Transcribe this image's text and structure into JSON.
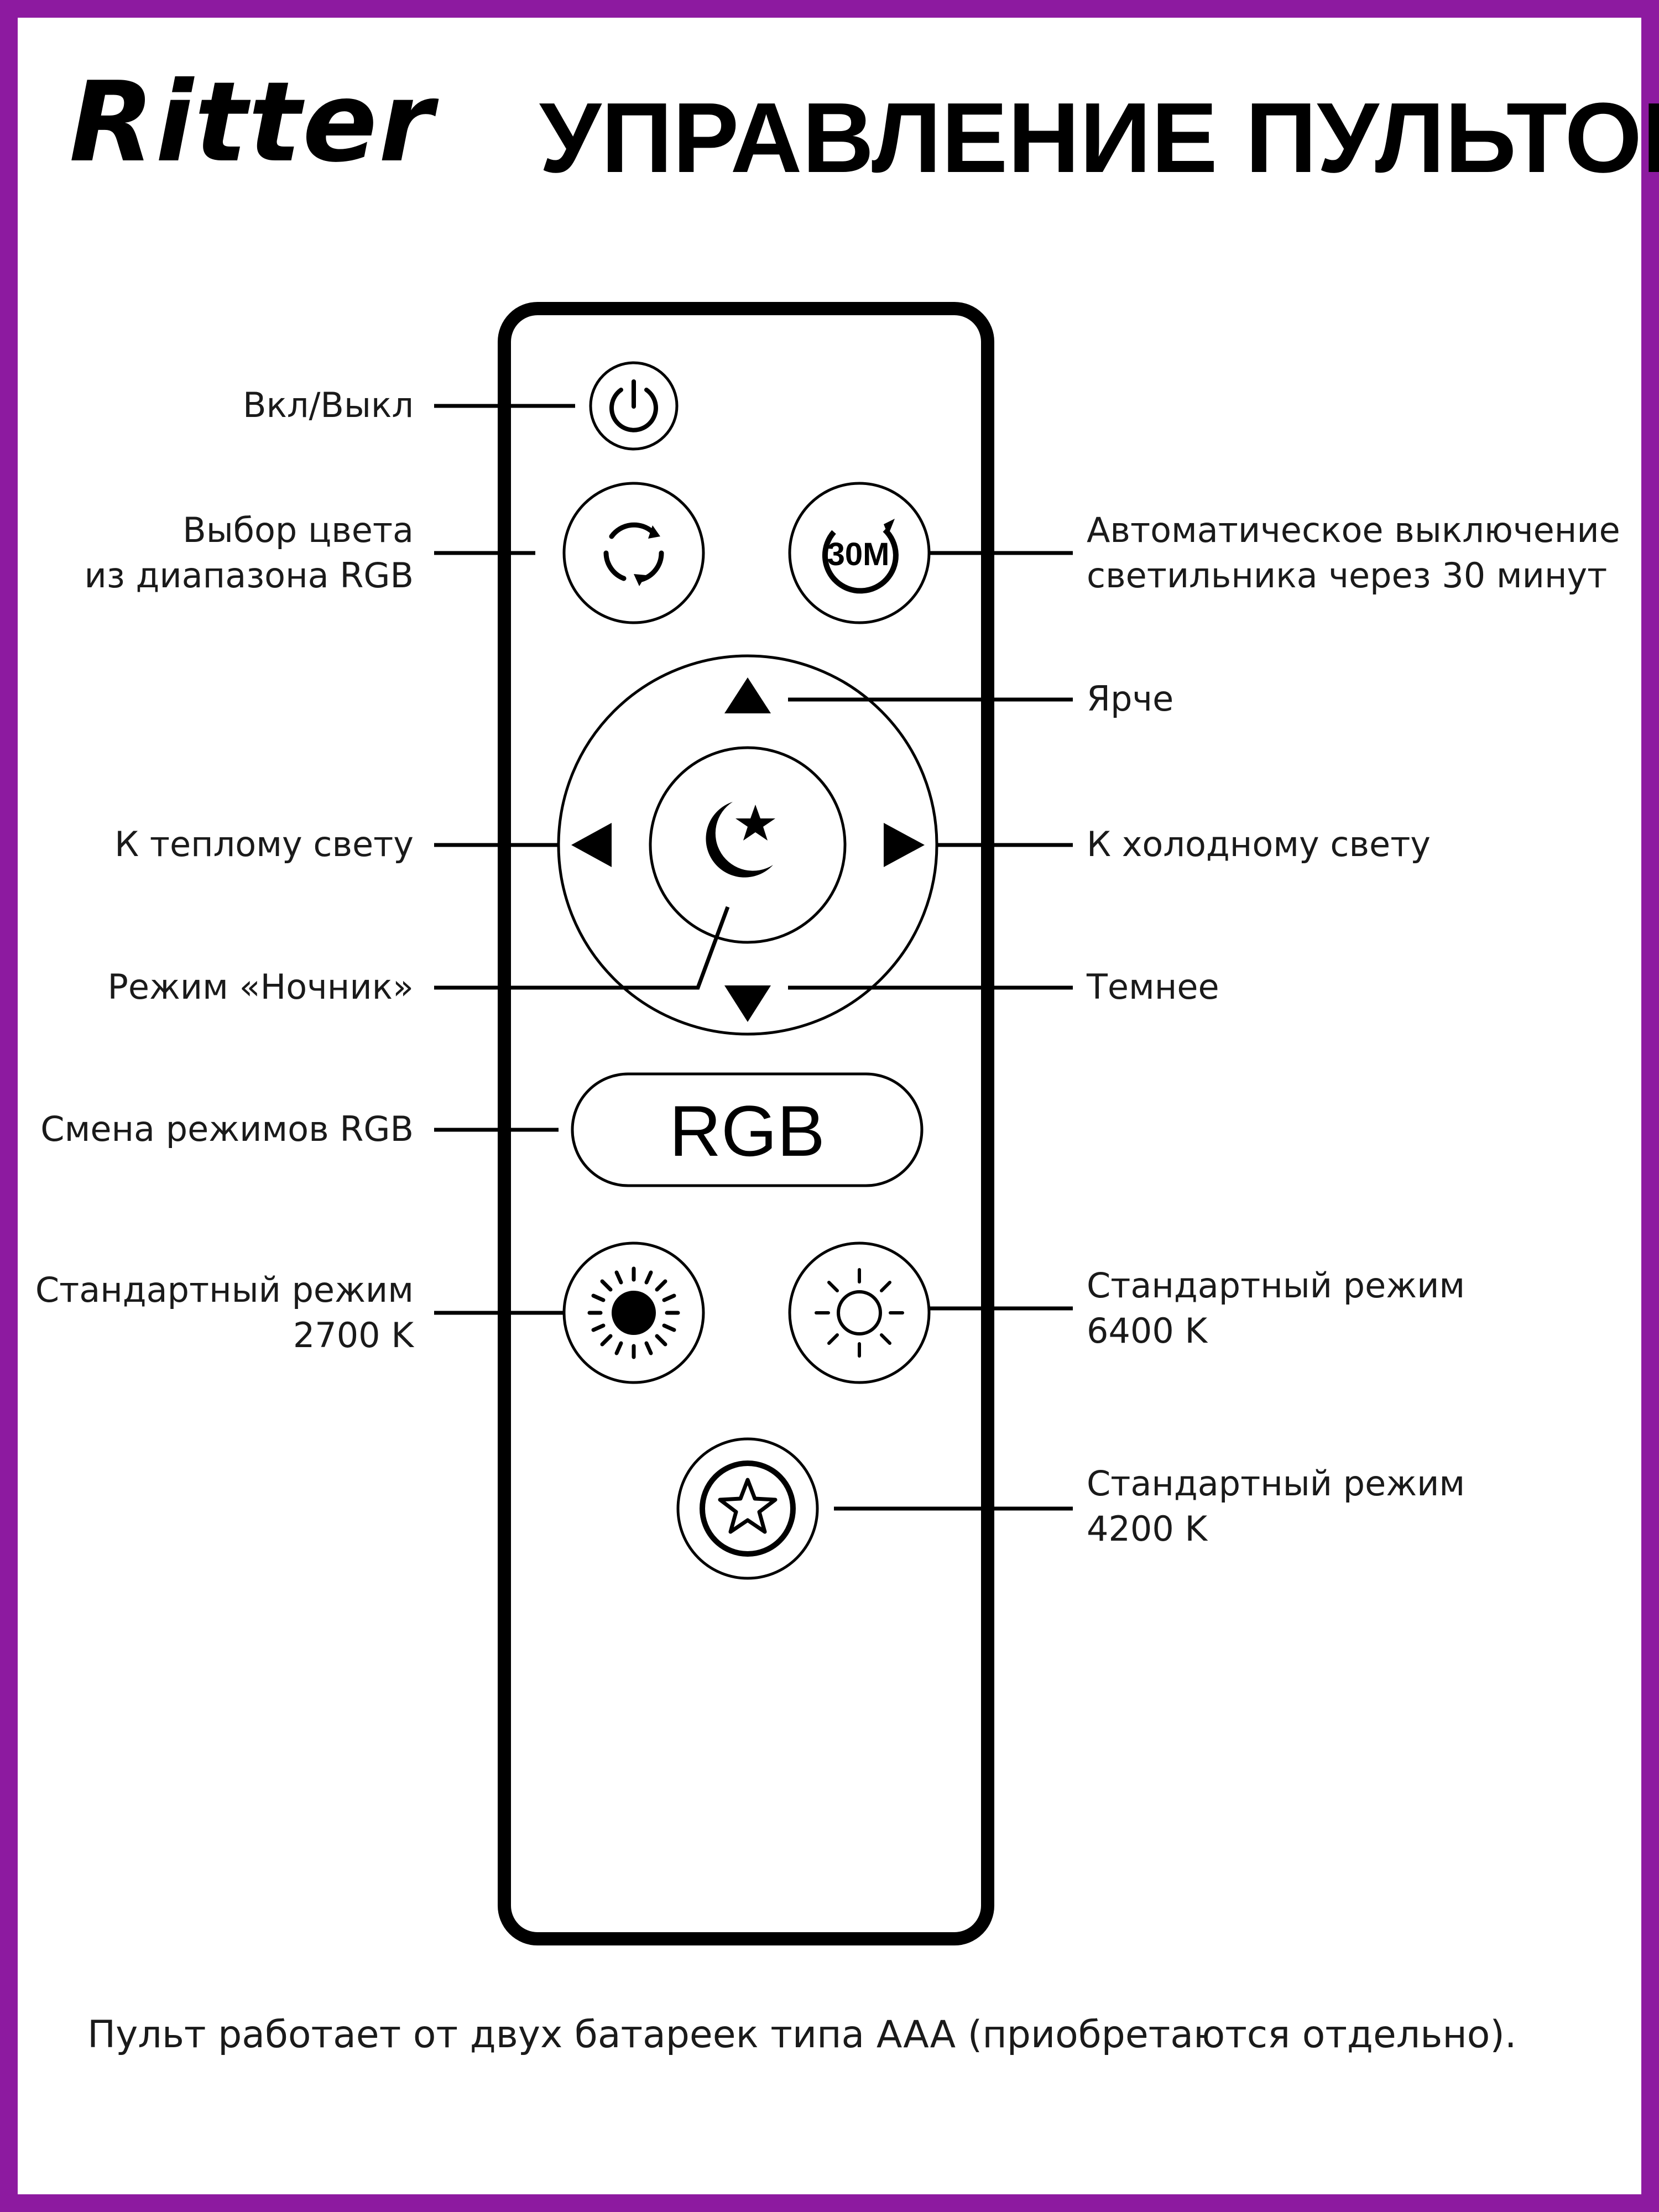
{
  "brand": {
    "logo_text": "Ritter"
  },
  "header": {
    "title": "УПРАВЛЕНИЕ ПУЛЬТОМ"
  },
  "remote": {
    "buttons": {
      "power_label": "Вкл/Выкл",
      "color_select_label_line1": "Выбор цвета",
      "color_select_label_line2": "из диапазона RGB",
      "timer_icon_text": "30M",
      "timer_label_line1": "Автоматическое выключение",
      "timer_label_line2": "светильника через 30 минут",
      "brighter_label": "Ярче",
      "warm_label": "К теплому свету",
      "cold_label": "К холодному свету",
      "night_label": "Режим «Ночник»",
      "darker_label": "Темнее",
      "rgb_button_text": "RGB",
      "rgb_mode_label": "Смена режимов RGB",
      "mode_2700_line1": "Стандартный режим",
      "mode_2700_line2": "2700 K",
      "mode_6400_line1": "Стандартный режим",
      "mode_6400_line2": "6400 K",
      "mode_4200_line1": "Стандартный режим",
      "mode_4200_line2": "4200 K"
    }
  },
  "footer": {
    "note": "Пульт работает от двух батареек типа AAA (приобретаются отдельно)."
  },
  "colors": {
    "frame": "#8d1aa0",
    "background": "#ffffff",
    "ink": "#000000"
  }
}
